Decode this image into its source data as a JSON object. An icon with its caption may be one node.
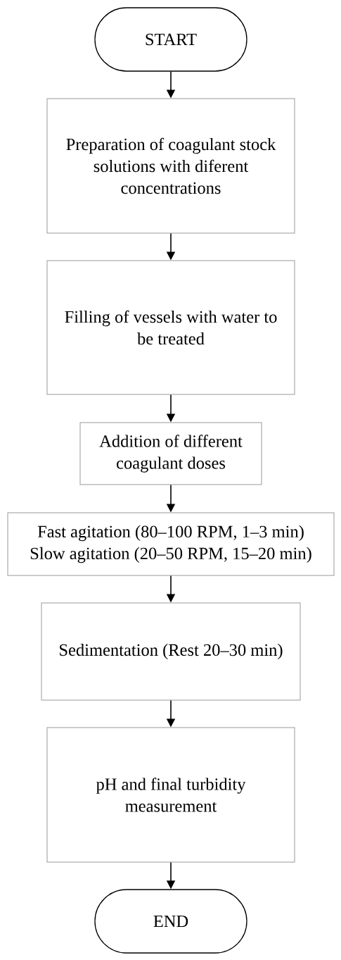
{
  "diagram": {
    "nodes": [
      {
        "text": [
          "START"
        ]
      },
      {
        "text": [
          "Preparation of coagulant stock solutions with diferent concentrations"
        ]
      },
      {
        "text": [
          "Filling of vessels with water to be treated"
        ]
      },
      {
        "text": [
          "Addition of different coagulant doses"
        ]
      },
      {
        "text": [
          "Fast agitation (80–100 RPM, 1–3 min)",
          "Slow agitation (20–50 RPM, 15–20 min)"
        ]
      },
      {
        "text": [
          "Sedimentation (Rest 20–30 min)"
        ]
      },
      {
        "text": [
          "pH and final turbidity measurement"
        ]
      },
      {
        "text": [
          "END"
        ]
      }
    ],
    "edges": [
      {
        "from": 0,
        "to": 1,
        "arrow": "to"
      },
      {
        "from": 1,
        "to": 2,
        "arrow": "to"
      },
      {
        "from": 2,
        "to": 3,
        "arrow": "to"
      },
      {
        "from": 3,
        "to": 4,
        "arrow": "to"
      },
      {
        "from": 4,
        "to": 5,
        "arrow": "to"
      },
      {
        "from": 5,
        "to": 6,
        "arrow": "to"
      },
      {
        "from": 6,
        "to": 7,
        "arrow": "to"
      }
    ]
  }
}
